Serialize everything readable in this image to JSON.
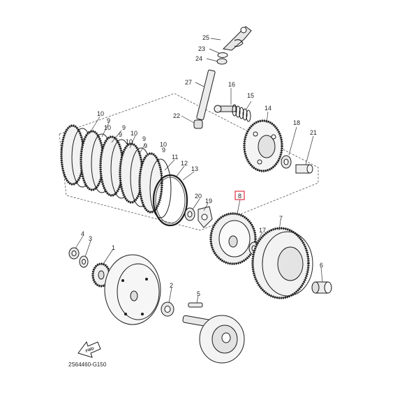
{
  "diagram": {
    "catalog_code": "2S64460-G150",
    "fwd_mark": "FWD",
    "highlight_color": "#e0303f",
    "highlighted_part": "8",
    "callouts": [
      "1",
      "2",
      "4",
      "3",
      "5",
      "6",
      "7",
      "8",
      "17",
      "19",
      "20",
      "9",
      "9",
      "9",
      "9",
      "9",
      "9",
      "10",
      "10",
      "10",
      "10",
      "10",
      "11",
      "12",
      "13",
      "14",
      "15",
      "16",
      "18",
      "21",
      "22",
      "23",
      "24",
      "25",
      "27"
    ]
  }
}
